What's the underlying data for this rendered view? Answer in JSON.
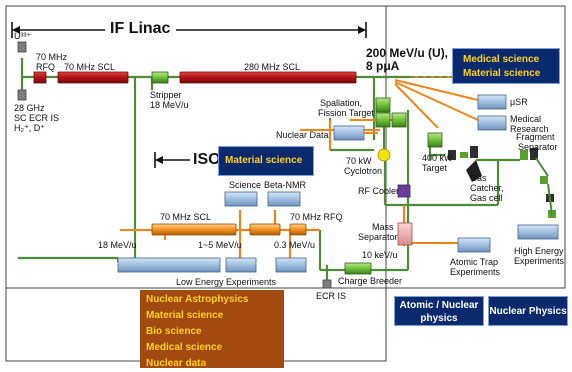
{
  "header": {
    "if_linac": "IF Linac",
    "iso": "ISO",
    "beam_energy_line1": "200 MeV/u (U),",
    "beam_energy_line2": "8 pμA"
  },
  "labels": {
    "u33": "U³³⁺",
    "rfq_top_1": "70 MHz",
    "rfq_top_2": "RFQ",
    "scl_70_top": "70 MHz SCL",
    "scl_280": "280 MHz SCL",
    "ecr_1": "28 GHz",
    "ecr_2": "SC ECR IS",
    "ecr_3": "H₂⁺, D⁺",
    "stripper_1": "Stripper",
    "stripper_2": "18 MeV/u",
    "spallation_1": "Spallation,",
    "spallation_2": "Fission Target",
    "nuclear_data": "Nuclear Data",
    "cyclotron_1": "70 kW",
    "cyclotron_2": "Cyclotron",
    "target_400_1": "400 kW",
    "target_400_2": "Target",
    "usr": "μSR",
    "medical_research_1": "Medical",
    "medical_research_2": "Research",
    "fragment_1": "Fragment",
    "fragment_2": "Separator",
    "science": "Science",
    "beta_nmr": "Beta-NMR",
    "scl_70_low": "70 MHz SCL",
    "rfq_70_low": "70 MHz RFQ",
    "mev_18": "18 MeV/u",
    "mev_1_5": "1~5 MeV/u",
    "mev_03": "0.3 MeV/u",
    "rf_cooler": "RF Cooler",
    "gas_catcher_1": "Gas",
    "gas_catcher_2": "Catcher,",
    "gas_catcher_3": "Gas cell",
    "mass_sep_1": "Mass",
    "mass_sep_2": "Separator",
    "kev_10": "10 keV/u",
    "charge_breeder": "Charge Breeder",
    "low_energy": "Low Energy Experiments",
    "ecr_is": "ECR IS",
    "atomic_trap_1": "Atomic Trap",
    "atomic_trap_2": "Experiments",
    "high_energy_1": "High Energy",
    "high_energy_2": "Experiments"
  },
  "boxes": {
    "medical_material_1": "Medical science",
    "medical_material_2": "Material science",
    "material_science": "Material science",
    "atomic_nuclear_1": "Atomic / Nuclear",
    "atomic_nuclear_2": "physics",
    "nuclear_physics": "Nuclear Physics"
  },
  "applications": [
    "Nuclear Astrophysics",
    "Material science",
    "Bio science",
    "Medical science",
    "Nuclear data"
  ],
  "colors": {
    "beamline_green": "#4f8a3a",
    "beamline_orange": "#e8871e",
    "rfq_red": "#c0141a",
    "navy": "#0b2a6e",
    "apps_brown": "#a24a10",
    "label_yellow": "#ffd21a"
  }
}
